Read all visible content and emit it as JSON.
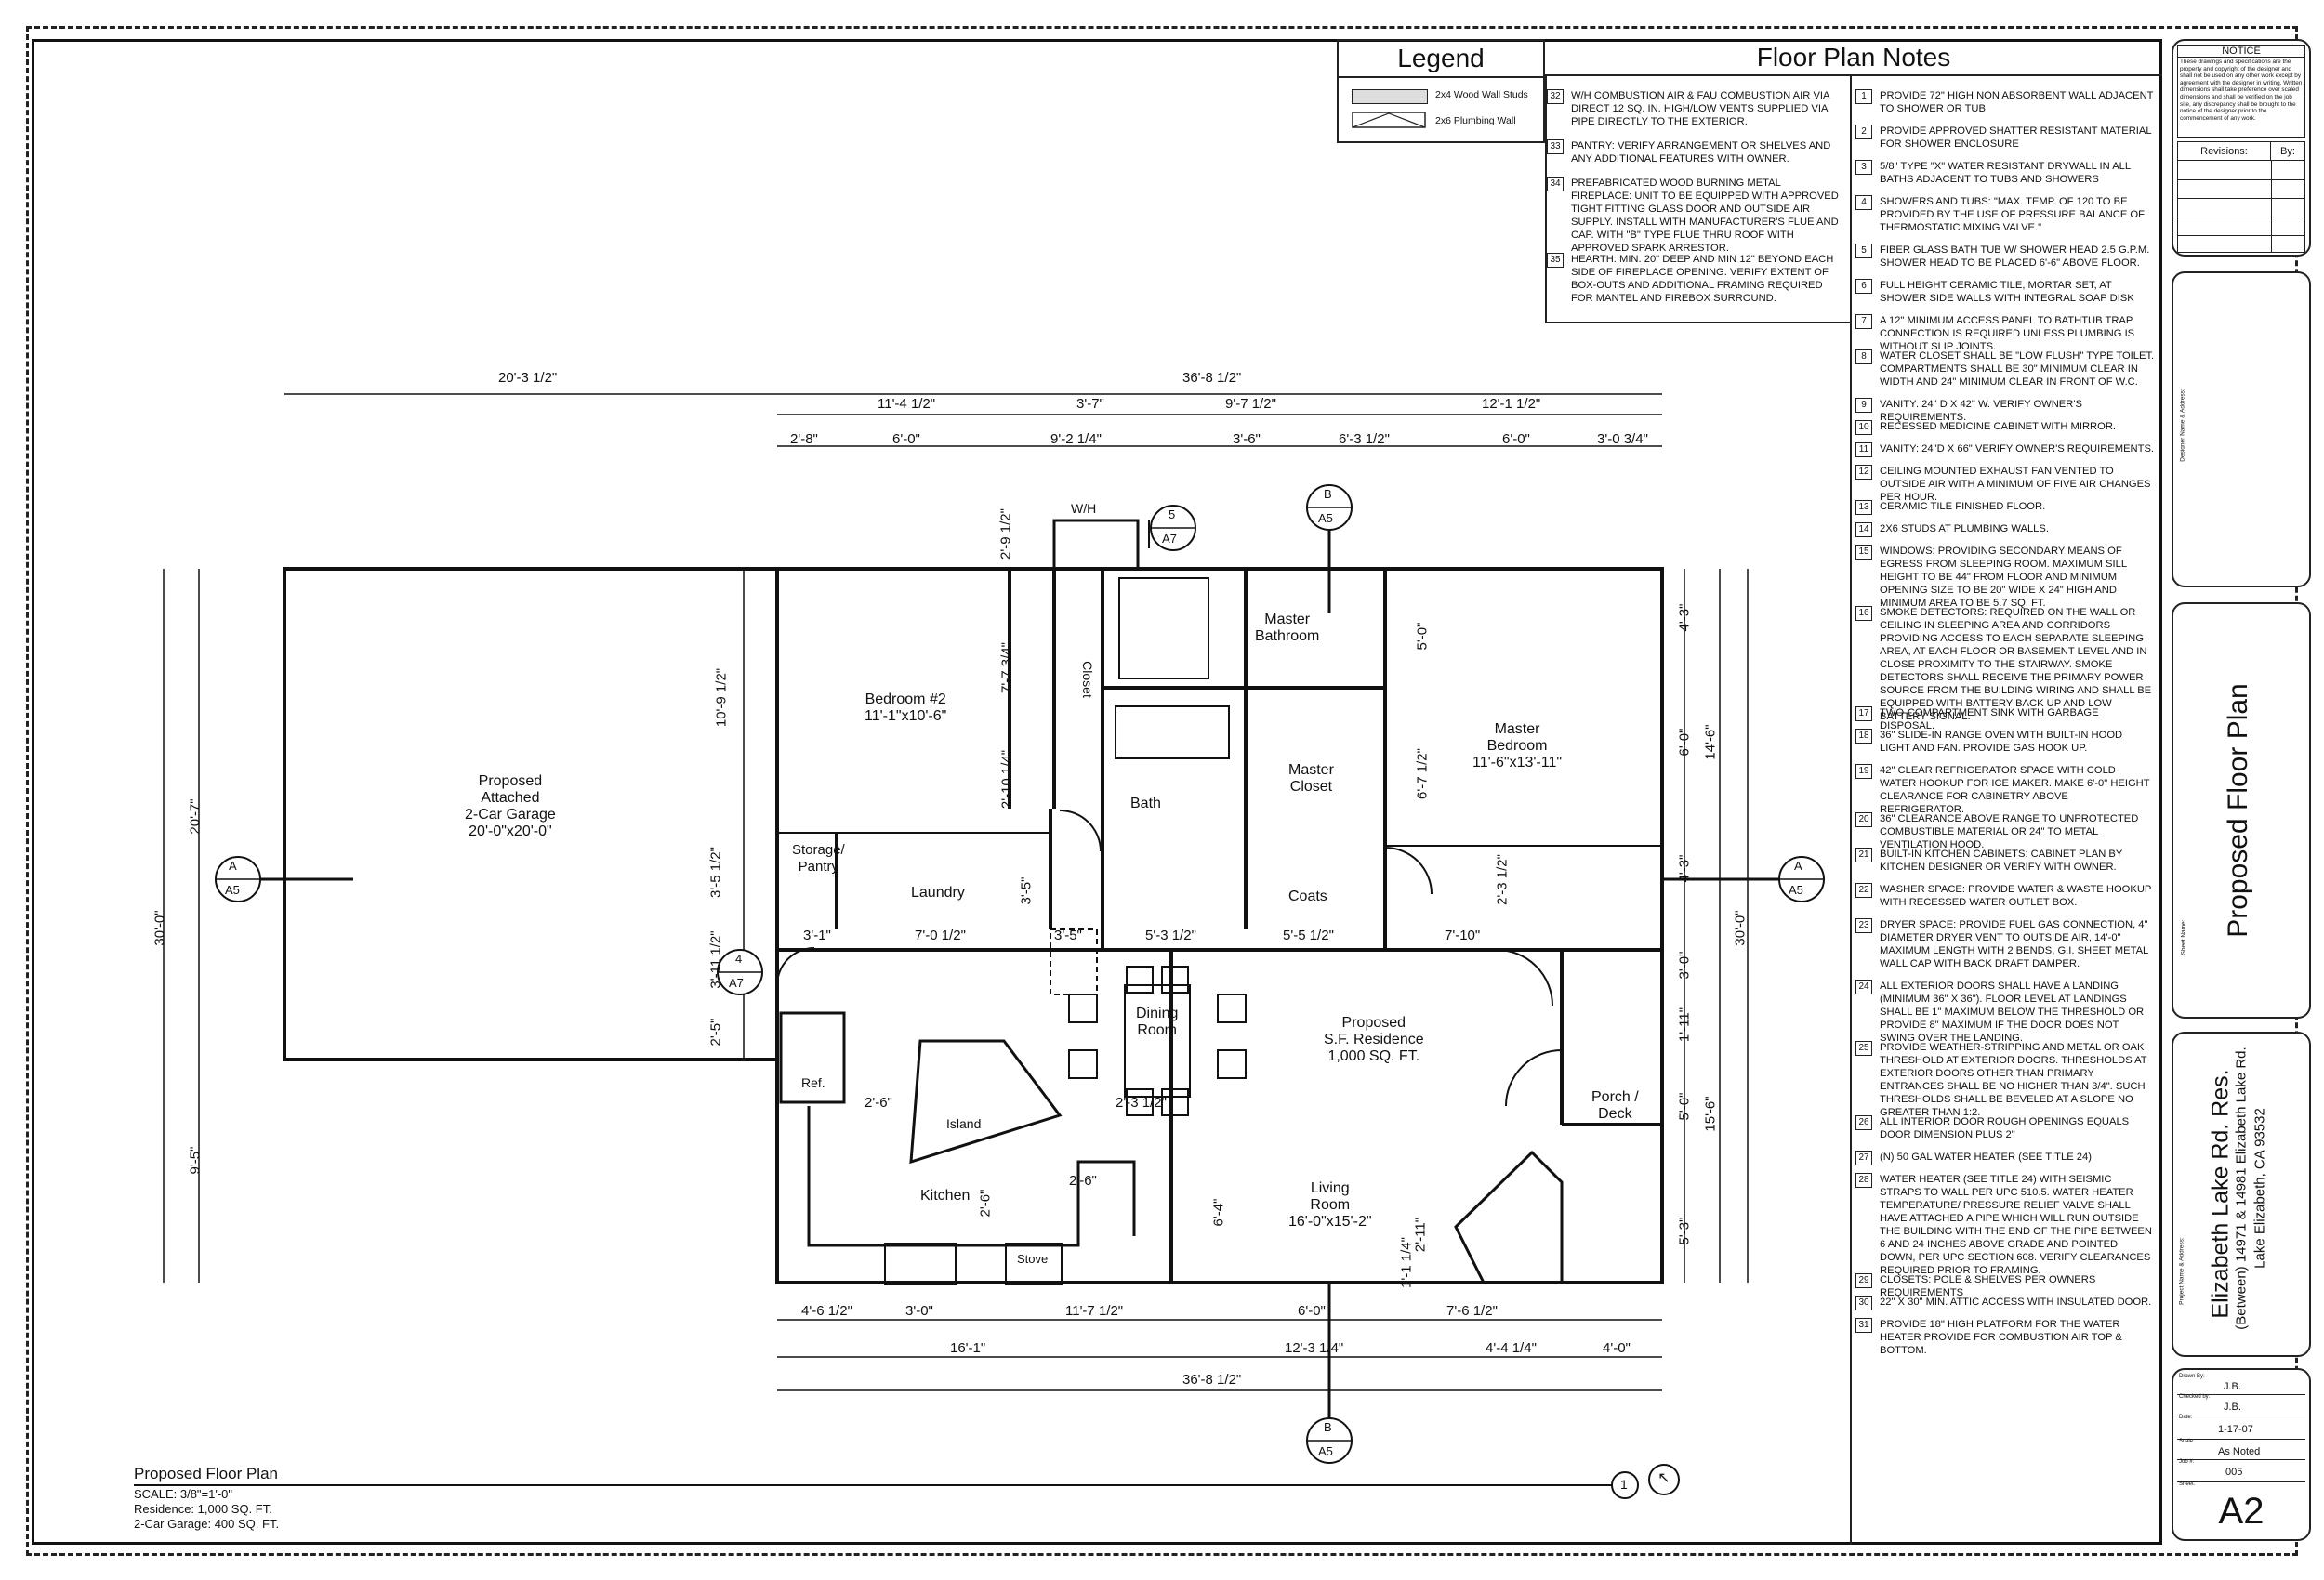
{
  "legend": {
    "title": "Legend",
    "items": [
      {
        "label": "2x4 Wood Wall Studs"
      },
      {
        "label": "2x6 Plumbing Wall"
      }
    ]
  },
  "notes": {
    "title": "Floor Plan Notes",
    "left_column": [
      {
        "num": "32",
        "text": "W/H COMBUSTION AIR & FAU COMBUSTION AIR VIA DIRECT 12 SQ. IN. HIGH/LOW VENTS SUPPLIED VIA PIPE DIRECTLY TO THE EXTERIOR."
      },
      {
        "num": "33",
        "text": "PANTRY: VERIFY ARRANGEMENT OR SHELVES AND ANY ADDITIONAL FEATURES WITH OWNER."
      },
      {
        "num": "34",
        "text": "PREFABRICATED WOOD BURNING METAL FIREPLACE: UNIT TO BE EQUIPPED WITH APPROVED TIGHT FITTING GLASS DOOR AND OUTSIDE AIR SUPPLY. INSTALL WITH MANUFACTURER'S FLUE AND CAP. WITH \"B\" TYPE FLUE THRU ROOF WITH APPROVED SPARK ARRESTOR."
      },
      {
        "num": "35",
        "text": "HEARTH: MIN. 20\" DEEP AND MIN 12\" BEYOND EACH SIDE OF FIREPLACE OPENING. VERIFY EXTENT OF BOX-OUTS AND ADDITIONAL FRAMING REQUIRED FOR MANTEL AND FIREBOX SURROUND."
      }
    ],
    "right_column": [
      {
        "num": "1",
        "text": "PROVIDE 72\" HIGH NON ABSORBENT WALL ADJACENT TO SHOWER OR TUB"
      },
      {
        "num": "2",
        "text": "PROVIDE APPROVED SHATTER RESISTANT MATERIAL FOR SHOWER ENCLOSURE"
      },
      {
        "num": "3",
        "text": "5/8\" TYPE \"X\" WATER RESISTANT DRYWALL IN ALL BATHS ADJACENT TO TUBS AND SHOWERS"
      },
      {
        "num": "4",
        "text": "SHOWERS AND TUBS: \"MAX. TEMP. OF 120 TO BE PROVIDED BY THE USE OF PRESSURE BALANCE OF THERMOSTATIC MIXING VALVE.\""
      },
      {
        "num": "5",
        "text": "FIBER GLASS BATH TUB W/ SHOWER HEAD 2.5 G.P.M. SHOWER HEAD TO BE PLACED 6'-6\" ABOVE FLOOR."
      },
      {
        "num": "6",
        "text": "FULL HEIGHT CERAMIC TILE, MORTAR SET, AT SHOWER SIDE WALLS WITH INTEGRAL SOAP DISK"
      },
      {
        "num": "7",
        "text": "A 12\" MINIMUM ACCESS PANEL TO BATHTUB TRAP CONNECTION IS REQUIRED UNLESS PLUMBING IS WITHOUT SLIP JOINTS."
      },
      {
        "num": "8",
        "text": "WATER CLOSET SHALL BE \"LOW FLUSH\" TYPE TOILET. COMPARTMENTS SHALL BE 30\" MINIMUM CLEAR IN WIDTH AND 24\" MINIMUM CLEAR IN FRONT OF W.C."
      },
      {
        "num": "9",
        "text": "VANITY: 24\" D X 42\" W. VERIFY OWNER'S REQUIREMENTS."
      },
      {
        "num": "10",
        "text": "RECESSED MEDICINE CABINET WITH MIRROR."
      },
      {
        "num": "11",
        "text": "VANITY: 24\"D X 66\" VERIFY OWNER'S REQUIREMENTS."
      },
      {
        "num": "12",
        "text": "CEILING MOUNTED EXHAUST FAN VENTED TO OUTSIDE AIR WITH A MINIMUM OF FIVE AIR CHANGES PER HOUR."
      },
      {
        "num": "13",
        "text": "CERAMIC TILE FINISHED FLOOR."
      },
      {
        "num": "14",
        "text": "2X6 STUDS AT PLUMBING WALLS."
      },
      {
        "num": "15",
        "text": "WINDOWS: PROVIDING SECONDARY MEANS OF EGRESS FROM SLEEPING ROOM. MAXIMUM SILL HEIGHT TO BE 44\" FROM FLOOR AND MINIMUM OPENING SIZE TO BE 20\" WIDE X 24\" HIGH AND MINIMUM AREA TO BE 5.7 SQ. FT."
      },
      {
        "num": "16",
        "text": "SMOKE DETECTORS: REQUIRED ON THE WALL OR CEILING IN SLEEPING AREA AND CORRIDORS PROVIDING ACCESS TO EACH SEPARATE SLEEPING AREA, AT EACH FLOOR OR BASEMENT LEVEL AND IN CLOSE PROXIMITY TO THE STAIRWAY. SMOKE DETECTORS SHALL RECEIVE THE PRIMARY POWER SOURCE FROM THE BUILDING WIRING AND SHALL BE EQUIPPED WITH BATTERY BACK UP AND LOW BATTERY SIGNAL."
      },
      {
        "num": "17",
        "text": "TWO-COMPARTMENT SINK WITH GARBAGE DISPOSAL."
      },
      {
        "num": "18",
        "text": "36\" SLIDE-IN RANGE OVEN WITH BUILT-IN HOOD LIGHT AND FAN. PROVIDE GAS HOOK UP."
      },
      {
        "num": "19",
        "text": "42\" CLEAR REFRIGERATOR SPACE WITH COLD WATER HOOKUP FOR ICE MAKER. MAKE 6'-0\" HEIGHT CLEARANCE FOR CABINETRY ABOVE REFRIGERATOR."
      },
      {
        "num": "20",
        "text": "36\" CLEARANCE ABOVE RANGE TO UNPROTECTED COMBUSTIBLE MATERIAL OR 24\" TO METAL VENTILATION HOOD."
      },
      {
        "num": "21",
        "text": "BUILT-IN KITCHEN CABINETS: CABINET PLAN BY KITCHEN DESIGNER OR VERIFY WITH OWNER."
      },
      {
        "num": "22",
        "text": "WASHER SPACE: PROVIDE WATER & WASTE HOOKUP WITH RECESSED WATER OUTLET BOX."
      },
      {
        "num": "23",
        "text": "DRYER SPACE: PROVIDE FUEL GAS CONNECTION, 4\" DIAMETER DRYER VENT TO OUTSIDE AIR, 14'-0\" MAXIMUM LENGTH WITH 2 BENDS, G.I. SHEET METAL WALL CAP WITH BACK DRAFT DAMPER."
      },
      {
        "num": "24",
        "text": "ALL EXTERIOR DOORS SHALL HAVE A LANDING (MINIMUM 36\" X 36\"). FLOOR LEVEL AT LANDINGS SHALL BE 1\" MAXIMUM BELOW THE THRESHOLD OR PROVIDE 8\" MAXIMUM IF THE DOOR DOES NOT SWING OVER THE LANDING."
      },
      {
        "num": "25",
        "text": "PROVIDE WEATHER-STRIPPING AND METAL OR OAK THRESHOLD AT EXTERIOR DOORS. THRESHOLDS AT EXTERIOR DOORS OTHER THAN PRIMARY ENTRANCES SHALL BE NO HIGHER THAN 3/4\". SUCH THRESHOLDS SHALL BE BEVELED AT A SLOPE NO GREATER THAN 1:2."
      },
      {
        "num": "26",
        "text": "ALL INTERIOR DOOR ROUGH OPENINGS EQUALS DOOR DIMENSION PLUS 2\""
      },
      {
        "num": "27",
        "text": "(N) 50 GAL WATER HEATER (SEE TITLE 24)"
      },
      {
        "num": "28",
        "text": "WATER HEATER (SEE TITLE 24) WITH SEISMIC STRAPS TO WALL PER UPC 510.5. WATER HEATER TEMPERATURE/ PRESSURE RELIEF VALVE SHALL HAVE ATTACHED A PIPE WHICH WILL RUN OUTSIDE THE BUILDING WITH THE END OF THE PIPE BETWEEN 6 AND 24 INCHES ABOVE GRADE AND POINTED DOWN, PER UPC SECTION 608. VERIFY CLEARANCES REQUIRED PRIOR TO FRAMING."
      },
      {
        "num": "29",
        "text": "CLOSETS: POLE & SHELVES PER OWNERS REQUIREMENTS"
      },
      {
        "num": "30",
        "text": "22\" X 30\" MIN. ATTIC ACCESS WITH INSULATED DOOR."
      },
      {
        "num": "31",
        "text": "PROVIDE 18\" HIGH PLATFORM FOR THE WATER HEATER PROVIDE FOR COMBUSTION AIR TOP & BOTTOM."
      }
    ]
  },
  "title_block": {
    "notice_title": "NOTICE",
    "notice_text": "These drawings and specifications are the property and copyright of the designer and shall not be used on any other work except by agreement with the designer in writing. Written dimensions shall take preference over scaled dimensions and shall be verified on the job site, any discrepancy shall be brought to the notice of the designer prior to the commencement of any work.",
    "revisions_label": "Revisions:",
    "by_label": "By:",
    "designer_label": "Designer Name & Address:",
    "sheet_name_label": "Sheet Name:",
    "sheet_name": "Proposed Floor Plan",
    "project_label": "Project Name & Address:",
    "project_name": "Elizabeth Lake Rd. Res.",
    "project_address_1": "(Between) 14971 & 14981 Elizabeth Lake Rd.",
    "project_address_2": "Lake Elizabeth, CA 93532",
    "drawn_by_label": "Drawn By:",
    "drawn_by": "J.B.",
    "checked_by_label": "Checked by:",
    "checked_by": "J.B.",
    "date_label": "Date:",
    "date": "1-17-07",
    "scale_label": "Scale:",
    "scale": "As Noted",
    "job_label": "Job #:",
    "job": "005",
    "sheet_label": "Sheet:",
    "sheet": "A2"
  },
  "drawing_caption": {
    "title": "Proposed Floor Plan",
    "scale": "SCALE: 3/8\"=1'-0\"",
    "residence": "Residence: 1,000 SQ. FT.",
    "garage": "2-Car Garage: 400 SQ. FT.",
    "ref_num": "1"
  },
  "rooms": {
    "garage": [
      "Proposed",
      "Attached",
      "2-Car Garage",
      "20'-0\"x20'-0\""
    ],
    "bedroom2": [
      "Bedroom #2",
      "11'-1\"x10'-6\""
    ],
    "closet": "Closet",
    "wh": "W/H",
    "master_bath": [
      "Master",
      "Bathroom"
    ],
    "bath": "Bath",
    "master_closet": [
      "Master",
      "Closet"
    ],
    "master_bedroom": [
      "Master",
      "Bedroom",
      "11'-6\"x13'-11\""
    ],
    "storage": [
      "Storage/",
      "Pantry"
    ],
    "laundry": "Laundry",
    "coats": "Coats",
    "dining": [
      "Dining",
      "Room"
    ],
    "residence": [
      "Proposed",
      "S.F. Residence",
      "1,000 SQ. FT."
    ],
    "ref": "Ref.",
    "island": "Island",
    "kitchen": "Kitchen",
    "stove": "Stove",
    "living": [
      "Living",
      "Room",
      "16'-0\"x15'-2\""
    ],
    "porch": [
      "Porch /",
      "Deck"
    ]
  },
  "dimensions": {
    "top_overall_garage": "20'-3 1/2\"",
    "top_overall_house": "36'-8 1/2\"",
    "top_row2": [
      "11'-4 1/2\"",
      "3'-7\"",
      "9'-7 1/2\"",
      "12'-1 1/2\""
    ],
    "top_row3": [
      "2'-8\"",
      "6'-0\"",
      "9'-2 1/4\"",
      "3'-6\"",
      "6'-3 1/2\"",
      "6'-0\"",
      "3'-0 3/4\""
    ],
    "bottom_row1": [
      "4'-6 1/2\"",
      "3'-0\"",
      "11'-7 1/2\"",
      "6'-0\"",
      "7'-6 1/2\""
    ],
    "bottom_row2": [
      "16'-1\"",
      "12'-3 1/4\"",
      "4'-4 1/4\"",
      "4'-0\""
    ],
    "bottom_overall": "36'-8 1/2\"",
    "left_outer": "30'-0\"",
    "left_mid": [
      "20'-7\"",
      "9'-5\""
    ],
    "left_inner": [
      "10'-9 1/2\"",
      "3'-5 1/2\"",
      "3'-11 1/2\"",
      "2'-5\""
    ],
    "right_outer": "30'-0\"",
    "right_mid": [
      "14'-6\"",
      "15'-6\""
    ],
    "right_inner": [
      "4'-3\"",
      "6'-0\"",
      "4'-3\"",
      "3'-0\"",
      "1'-11\"",
      "5'-0\"",
      "5'-3\""
    ],
    "interior": [
      "2'-9 1/2\"",
      "7'-7 3/4\"",
      "2'-10 1/4\"",
      "3'-5\"",
      "5'-0\"",
      "6'-7 1/2\"",
      "2'-3 1/2\"",
      "7'-10\"",
      "3'-1\"",
      "7'-0 1/2\"",
      "3'-5\"",
      "5'-3 1/2\"",
      "5'-5 1/2\"",
      "2'-6\"",
      "2'-3 1/2\"",
      "2'-6\"",
      "2'-6\"",
      "6'-4\"",
      "2'-11\"",
      "1'-1 1/4\""
    ]
  },
  "section_markers": [
    {
      "letter": "A",
      "sheet": "A5"
    },
    {
      "letter": "A",
      "sheet": "A5"
    },
    {
      "letter": "B",
      "sheet": "A5"
    },
    {
      "letter": "B",
      "sheet": "A5"
    },
    {
      "letter": "5",
      "sheet": "A7"
    },
    {
      "letter": "4",
      "sheet": "A7"
    }
  ]
}
